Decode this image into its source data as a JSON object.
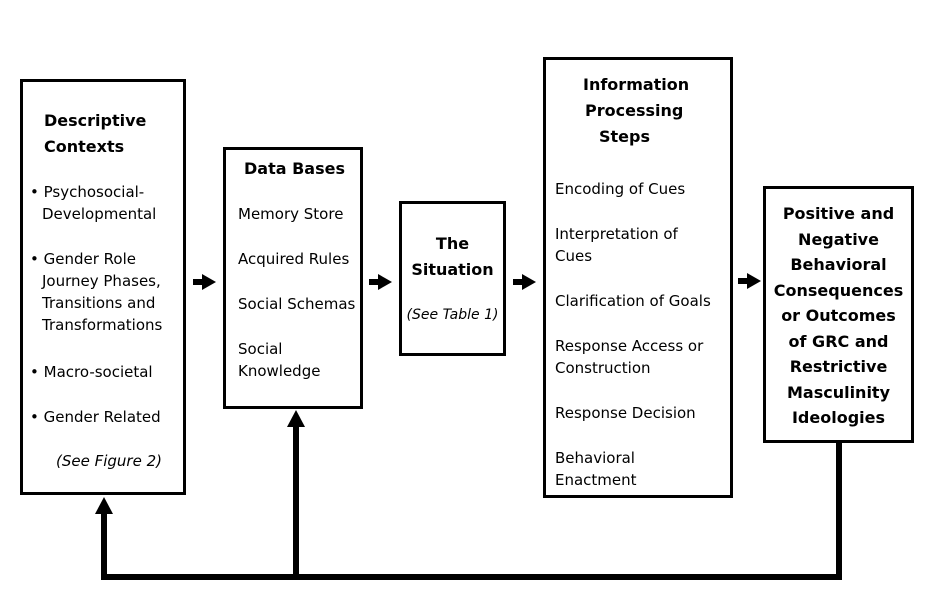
{
  "diagram": {
    "descriptive_contexts": {
      "title_lines": [
        "Descriptive",
        "Contexts"
      ],
      "bullets": [
        {
          "lines": [
            "Psychosocial-",
            "Developmental"
          ]
        },
        {
          "lines": [
            "Gender Role",
            "Journey Phases,",
            "Transitions and",
            "Transformations"
          ]
        },
        {
          "lines": [
            "Macro-societal"
          ]
        },
        {
          "lines": [
            "Gender Related"
          ]
        }
      ],
      "note": "(See Figure 2)"
    },
    "data_bases": {
      "title": "Data Bases",
      "items": [
        {
          "lines": [
            "Memory Store"
          ]
        },
        {
          "lines": [
            "Acquired Rules"
          ]
        },
        {
          "lines": [
            "Social Schemas"
          ]
        },
        {
          "lines": [
            "Social",
            "Knowledge"
          ]
        }
      ]
    },
    "situation": {
      "title_lines": [
        "The",
        "Situation"
      ],
      "note": "(See Table 1)"
    },
    "information_processing": {
      "title_lines": [
        "Information",
        "Processing",
        "Steps"
      ],
      "steps": [
        {
          "lines": [
            "Encoding of Cues"
          ]
        },
        {
          "lines": [
            "Interpretation of",
            "Cues"
          ]
        },
        {
          "lines": [
            "Clarification of Goals"
          ]
        },
        {
          "lines": [
            "Response Access or",
            "Construction"
          ]
        },
        {
          "lines": [
            "Response Decision"
          ]
        },
        {
          "lines": [
            "Behavioral",
            "Enactment"
          ]
        }
      ]
    },
    "outcomes": {
      "title_lines": [
        "Positive and",
        "Negative",
        "Behavioral",
        "Consequences",
        "or Outcomes",
        "of GRC and",
        "Restrictive",
        "Masculinity",
        "Ideologies"
      ]
    },
    "bullet_glyph": "•",
    "line_color": "#000000"
  }
}
